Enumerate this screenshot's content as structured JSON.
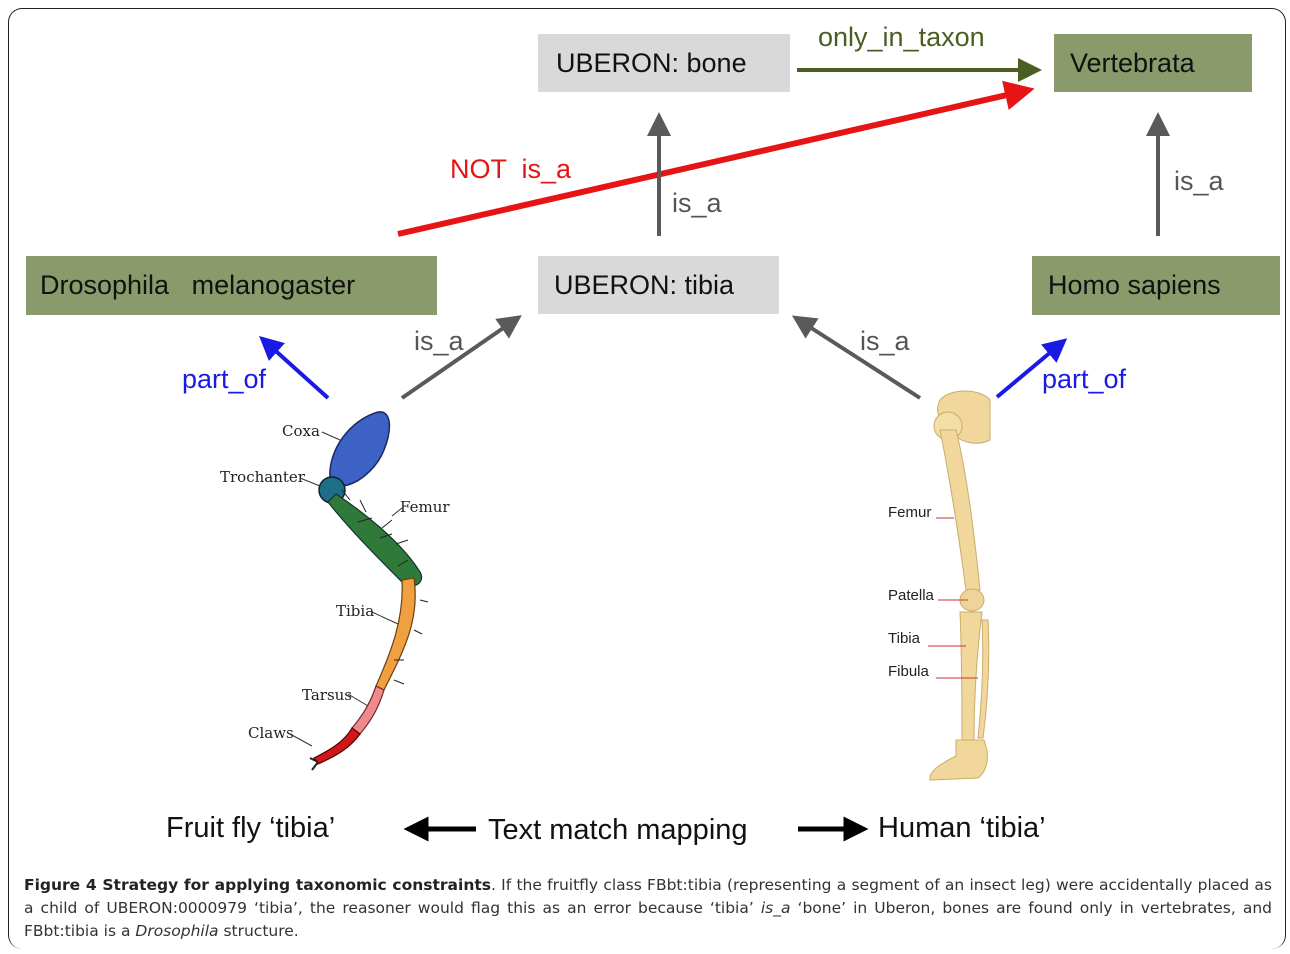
{
  "nodes": {
    "uberon_bone": "UBERON: bone",
    "vertebrata": "Vertebrata",
    "drosophila": "Drosophila   melanogaster",
    "uberon_tibia": "UBERON: tibia",
    "homo_sapiens": "Homo sapiens"
  },
  "edges": {
    "only_in_taxon": "only_in_taxon",
    "not_is_a": "NOT  is_a",
    "is_a_tibia_bone": "is_a",
    "is_a_homo_vert": "is_a",
    "is_a_fly_tibia": "is_a",
    "is_a_human_tibia": "is_a",
    "part_of_fly": "part_of",
    "part_of_human": "part_of"
  },
  "fly_leg_labels": {
    "coxa": "Coxa",
    "trochanter": "Trochanter",
    "femur": "Femur",
    "tibia": "Tibia",
    "tarsus": "Tarsus",
    "claws": "Claws"
  },
  "human_leg_labels": {
    "femur": "Femur",
    "patella": "Patella",
    "tibia": "Tibia",
    "fibula": "Fibula"
  },
  "bottom": {
    "fruit_fly": "Fruit fly ‘tibia’",
    "text_match": "Text match mapping",
    "human": "Human ‘tibia’"
  },
  "caption": {
    "title": "Figure 4 Strategy for applying taxonomic constraints",
    "text_1": ". If the fruitfly class FBbt:tibia (representing a segment of an insect leg) were accidentally placed as a child of UBERON:0000979 ‘tibia’, the reasoner would flag this as an error because ‘tibia’ ",
    "italic_1": "is_a",
    "text_2": " ‘bone’ in Uberon, bones are found only in vertebrates, and FBbt:tibia is a ",
    "italic_2": "Drosophila",
    "text_3": " structure."
  },
  "colors": {
    "grey_box": "#d9d9d9",
    "green_box": "#8b9a6a",
    "grey_arrow": "#5a5a5a",
    "olive_arrow": "#4a5e22",
    "red_arrow": "#e61414",
    "blue_arrow": "#1a1ae6"
  }
}
